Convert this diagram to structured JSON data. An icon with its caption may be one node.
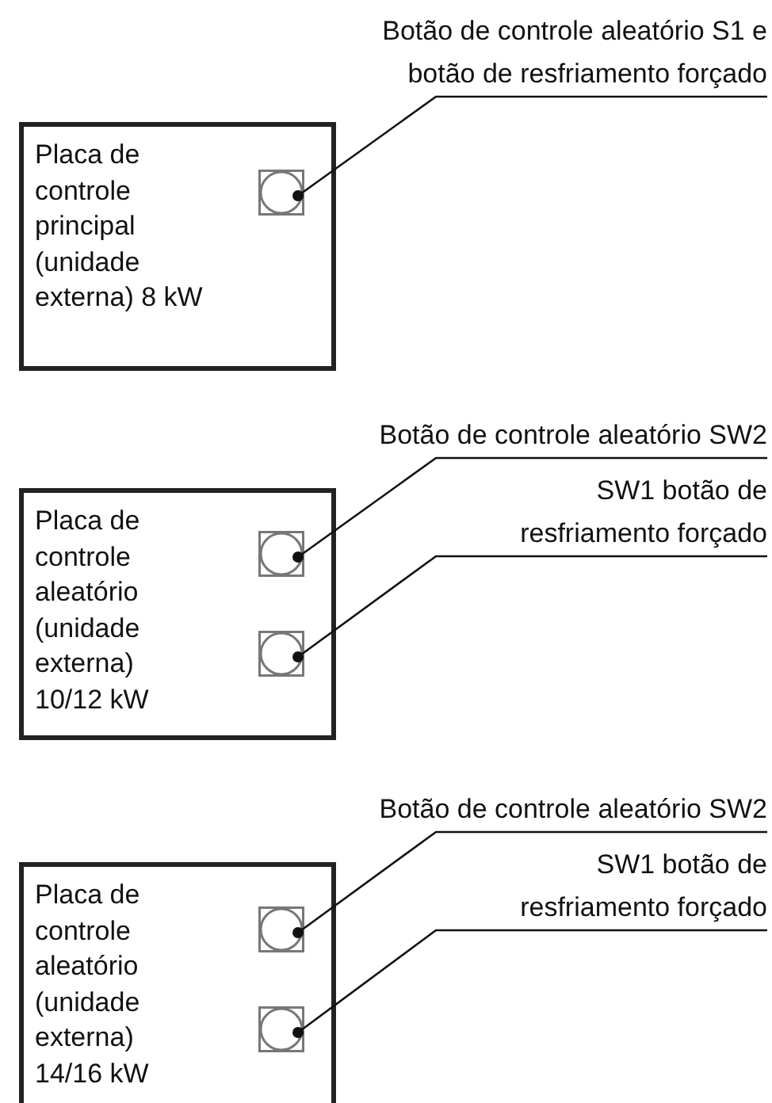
{
  "diagram": {
    "nodes": [
      {
        "text": [
          "Botão de controle aleatório S1 e botão de resfriamento forçado"
        ]
      },
      {
        "text": [
          "Placa de controle principal (unidade externa) 8 kW"
        ]
      },
      {
        "text": [],
        "shape": "box",
        "in": 1
      },
      {
        "text": [
          "Botão de controle aleatório SW2"
        ]
      },
      {
        "text": [
          "SW1 botão de resfriamento forçado"
        ]
      },
      {
        "text": [
          "Placa de controle aleatório (unidade externa) 10/12 kW"
        ]
      },
      {
        "text": [],
        "shape": "box",
        "in": 5
      },
      {
        "text": [],
        "shape": "box",
        "in": 5
      },
      {
        "text": [
          "Botão de controle aleatório SW2"
        ]
      },
      {
        "text": [
          "SW1 botão de resfriamento forçado"
        ]
      },
      {
        "text": [
          "Placa de controle aleatório (unidade externa) 14/16 kW"
        ]
      },
      {
        "text": [],
        "shape": "box",
        "in": 10
      },
      {
        "text": [],
        "shape": "box",
        "in": 10
      }
    ],
    "edges": [
      {
        "from": 0,
        "to": 2,
        "arrow": "other"
      },
      {
        "from": 3,
        "to": 6,
        "arrow": "other"
      },
      {
        "from": 4,
        "to": 7,
        "arrow": "other"
      },
      {
        "from": 8,
        "to": 11,
        "arrow": "other"
      },
      {
        "from": 9,
        "to": 12,
        "arrow": "other"
      }
    ]
  }
}
